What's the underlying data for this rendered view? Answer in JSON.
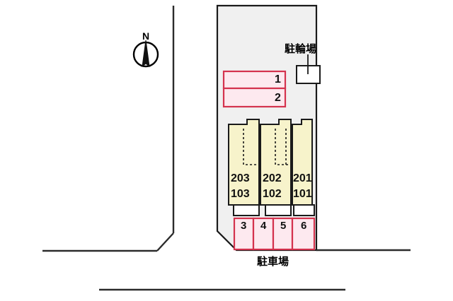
{
  "plan": {
    "compass": {
      "label": "N",
      "icon": "north-arrow-icon"
    },
    "labels": {
      "bicycle_parking": "駐輪場",
      "car_parking": "駐車場"
    },
    "building": {
      "units": [
        {
          "upper": "203",
          "lower": "103"
        },
        {
          "upper": "202",
          "lower": "102"
        },
        {
          "upper": "201",
          "lower": "101"
        }
      ]
    },
    "parking_upper": [
      {
        "number": "1"
      },
      {
        "number": "2"
      }
    ],
    "parking_lower": [
      {
        "number": "3"
      },
      {
        "number": "4"
      },
      {
        "number": "5"
      },
      {
        "number": "6"
      }
    ],
    "colors": {
      "building_fill": "#f7f3cb",
      "building_stroke": "#1a1a1a",
      "parking_fill": "#fde9ef",
      "parking_stroke": "#d4334e",
      "site_fill": "#f0f0f0",
      "site_stroke": "#1a1a1a",
      "road_stroke": "#2b2b2b",
      "background": "#ffffff",
      "text": "#111111"
    }
  }
}
